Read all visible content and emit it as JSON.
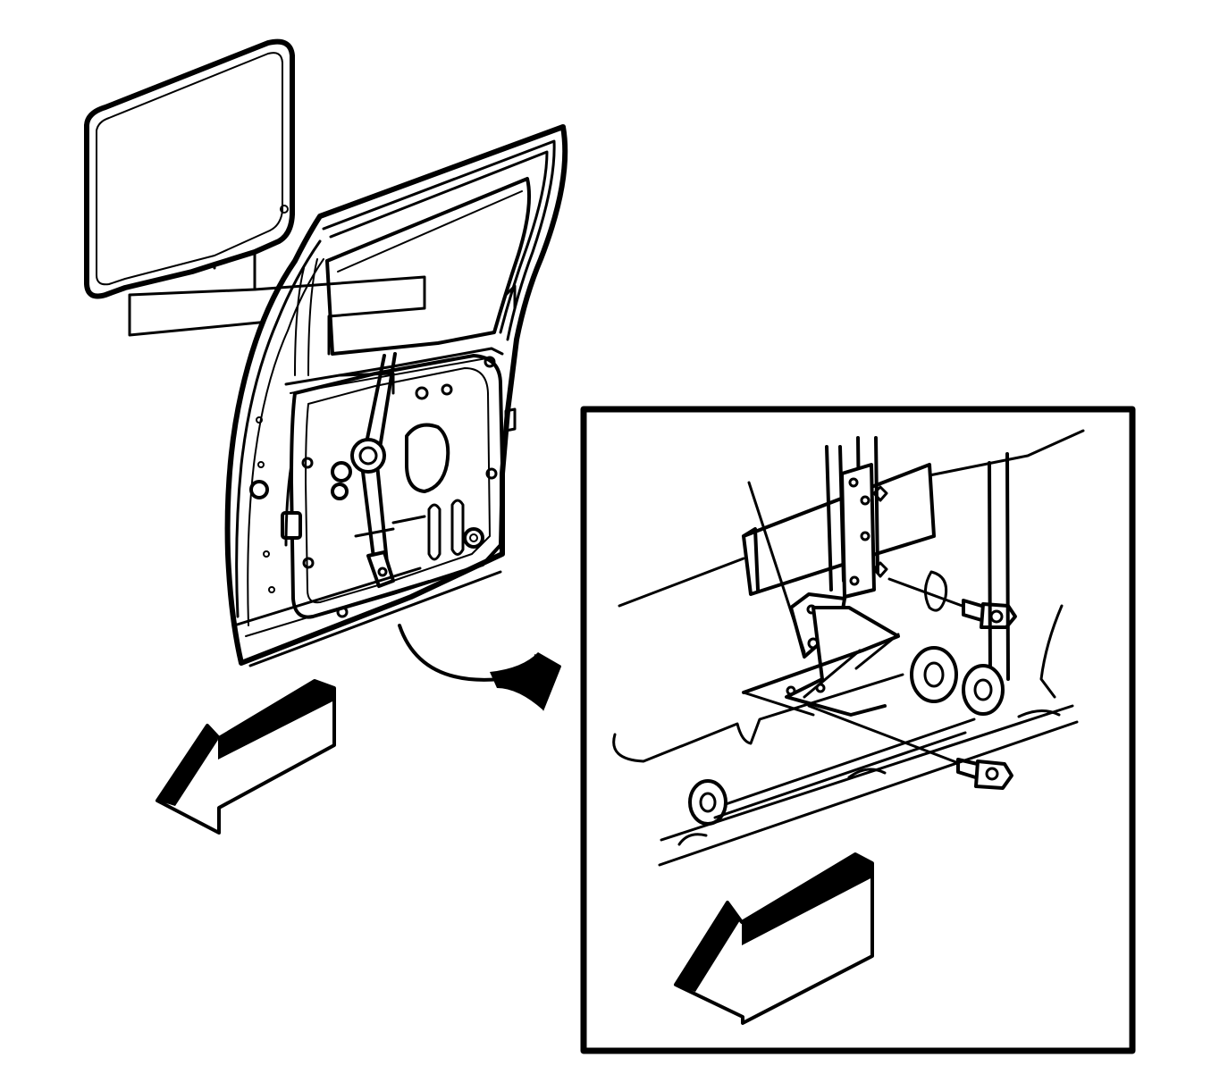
{
  "figure": {
    "parts": [
      "door-glass",
      "rear-door-assembly",
      "window-regulator",
      "glass-channel-bolt",
      "detail-inset"
    ],
    "colors": {
      "ink": "#000000",
      "paper": "#ffffff"
    },
    "icons": [
      "forward-direction-arrow-icon",
      "detail-callout-arrow-icon",
      "bolt-icon"
    ]
  }
}
